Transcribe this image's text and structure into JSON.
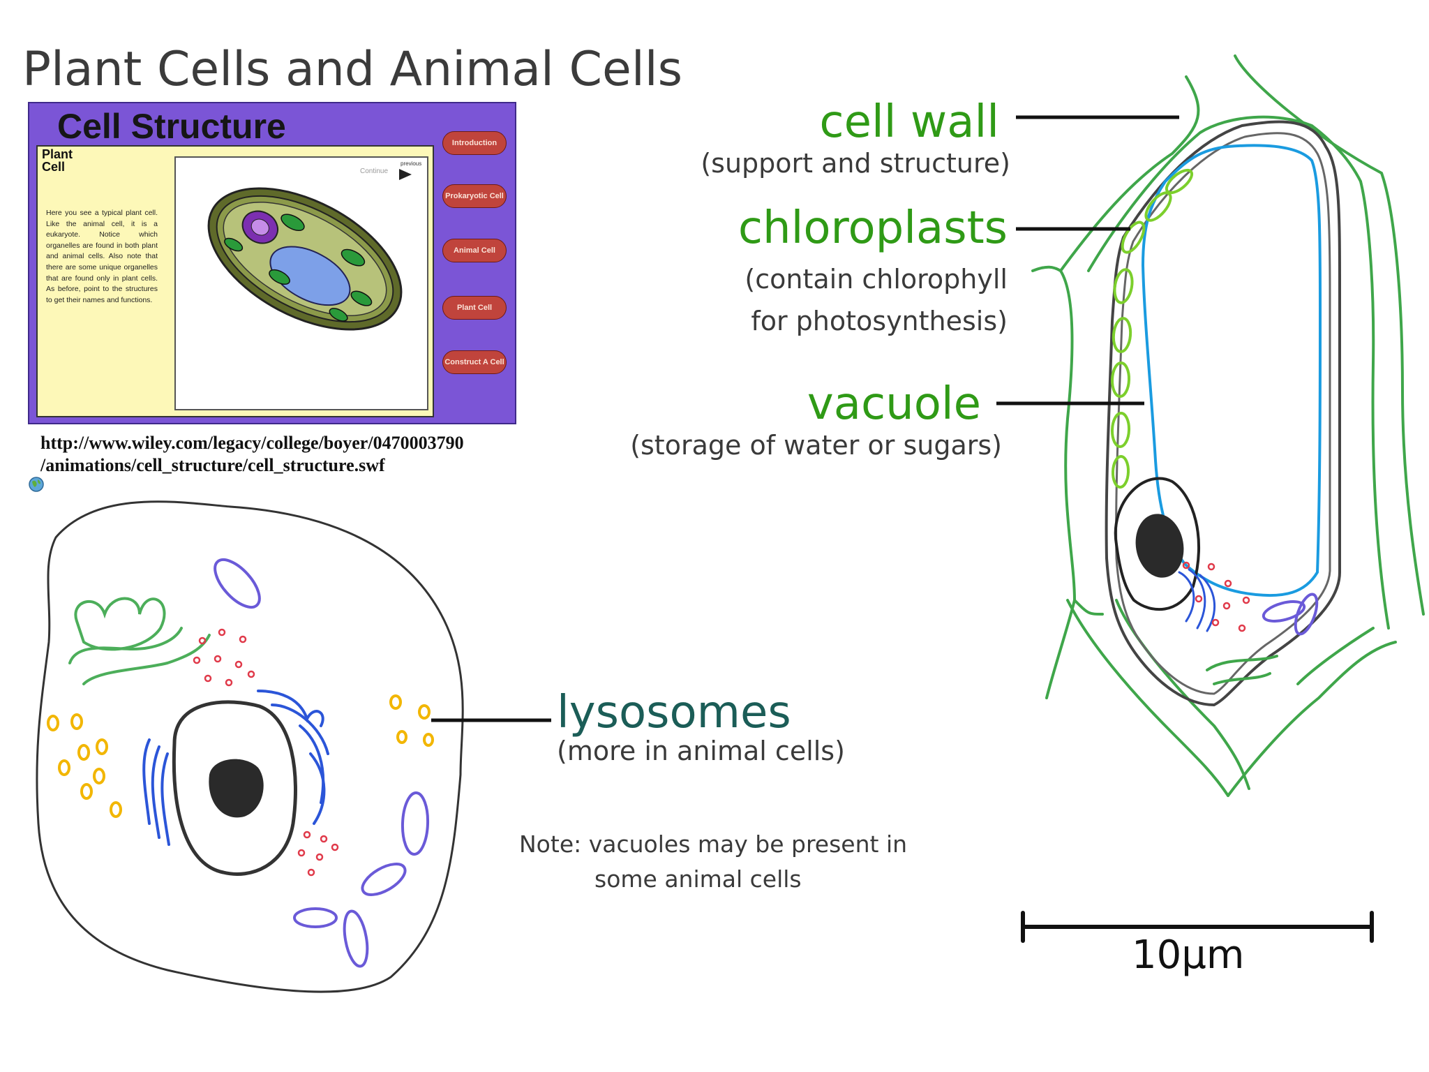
{
  "title": "Plant Cells and Animal Cells",
  "embed": {
    "heading": "Cell Structure",
    "panel_title": "Plant Cell",
    "paragraph": "Here you see a typical plant cell. Like the animal cell, it is a eukaryote. Notice which organelles are found in both plant and animal cells. Also note that there are some unique organelles that are found only in plant cells. As before, point to the structures to get their names and functions.",
    "continue_label": "Continue",
    "previous_label": "previous",
    "nav_buttons": [
      "Introduction",
      "Prokaryotic Cell",
      "Animal Cell",
      "Plant Cell",
      "Construct A Cell"
    ]
  },
  "source_url": {
    "line1": "http://www.wiley.com/legacy/college/boyer/0470003790",
    "line2": "/animations/cell_structure/cell_structure.swf"
  },
  "labels": {
    "cell_wall": {
      "name": "cell wall",
      "note": "(support and structure)"
    },
    "chloroplasts": {
      "name": "chloroplasts",
      "note_line1": "(contain chlorophyll",
      "note_line2": "for photosynthesis)"
    },
    "vacuole": {
      "name": "vacuole",
      "note": "(storage of water or sugars)"
    },
    "lysosomes": {
      "name": "lysosomes",
      "note": "(more in animal cells)"
    }
  },
  "note": {
    "line1": "Note: vacuoles may be present in",
    "line2": "some animal cells"
  },
  "scale_bar": "10μm",
  "colors": {
    "label_green": "#2f9a16",
    "lysosome_label": "#1b5d57",
    "cell_wall": "#3fa64a",
    "vacuole_membrane": "#1a9be0",
    "golgi": "#2b55d8",
    "mitochondria": "#6a5ad8",
    "lysosome": "#f2b600",
    "ribosome": "#e03a4a",
    "chloroplast": "#7ccf2c",
    "embed_background": "#7b55d6",
    "embed_panel": "#fdf8b8"
  },
  "icons": [
    "globe-icon"
  ]
}
